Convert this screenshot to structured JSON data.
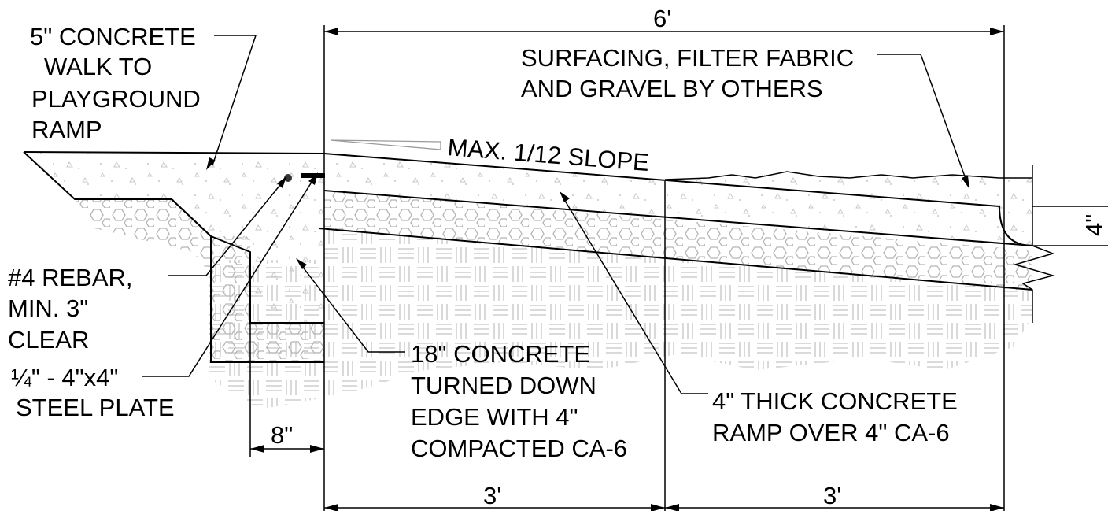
{
  "labels": {
    "walk": [
      "5\" CONCRETE",
      "WALK TO",
      "PLAYGROUND",
      "RAMP"
    ],
    "surfacing": [
      "SURFACING, FILTER FABRIC",
      "AND GRAVEL BY OTHERS"
    ],
    "slope": "MAX. 1/12 SLOPE",
    "rebar": [
      "#4 REBAR,",
      "MIN. 3\"",
      "CLEAR"
    ],
    "plate": [
      "¼\" - 4\"x4\"",
      "STEEL PLATE"
    ],
    "turned_down": [
      "18\" CONCRETE",
      "TURNED DOWN",
      "EDGE WITH 4\"",
      "COMPACTED CA-6"
    ],
    "ramp": [
      "4\" THICK CONCRETE",
      "RAMP OVER 4\" CA-6"
    ]
  },
  "dimensions": {
    "overall": "6'",
    "left_half": "3'",
    "right_half": "3'",
    "edge_offset": "8\"",
    "thickness": "4\""
  }
}
